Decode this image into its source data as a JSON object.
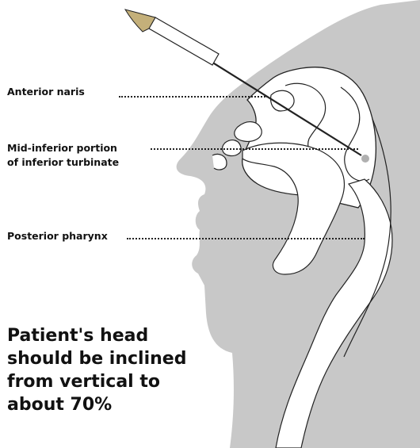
{
  "labels": {
    "anterior_naris": "Anterior naris",
    "turbinate_line1": "Mid-inferior portion",
    "turbinate_line2": "of inferior turbinate",
    "posterior_pharynx": "Posterior pharynx"
  },
  "note": {
    "line1": "Patient's head",
    "line2": "should be inclined",
    "line3": "from vertical to",
    "line4": "about 70%"
  },
  "colors": {
    "head_fill": "#c8c8c8",
    "outline": "#222222",
    "swab_tip": "#c4b07a",
    "target_dot": "#b0b0b0",
    "text": "#111111"
  }
}
